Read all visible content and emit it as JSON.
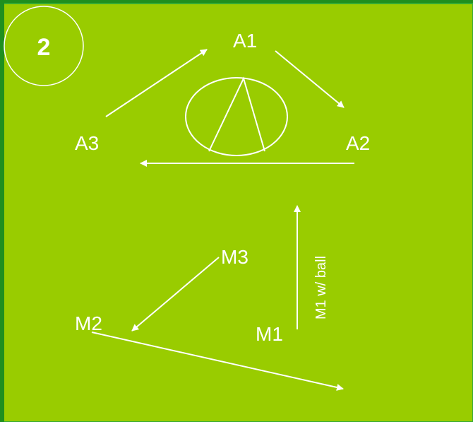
{
  "colors": {
    "field": "#99cc00",
    "border": "#1f8f1f",
    "ink": "#ffffff"
  },
  "badge": {
    "number": "2"
  },
  "labels": {
    "a1": "A1",
    "a2": "A2",
    "a3": "A3",
    "m1": "M1",
    "m2": "M2",
    "m3": "M3",
    "dribble": "M1 w/ ball"
  }
}
